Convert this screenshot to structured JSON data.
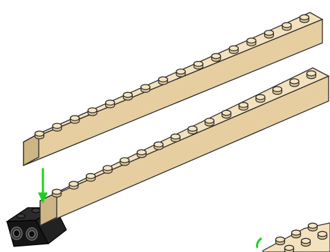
{
  "colors": {
    "background": "#ffffff",
    "tan_top": "#f3e2bd",
    "tan_front": "#e6cea1",
    "tan_side": "#c9b083",
    "outline": "#2a2a2a",
    "black_top": "#2a2a2a",
    "black_front": "#151515",
    "arrow": "#22e022"
  },
  "scene": {
    "description_kind": "lego-instruction-step",
    "parts": [
      {
        "kind": "brick",
        "color": "tan",
        "length_studs": 16,
        "role": "moving-down"
      },
      {
        "kind": "brick",
        "color": "tan",
        "length_studs": 16,
        "role": "placed"
      },
      {
        "kind": "brick",
        "color": "black",
        "length_studs": 2,
        "role": "base"
      }
    ],
    "arrows": [
      {
        "color": "green",
        "direction": "down"
      }
    ]
  }
}
